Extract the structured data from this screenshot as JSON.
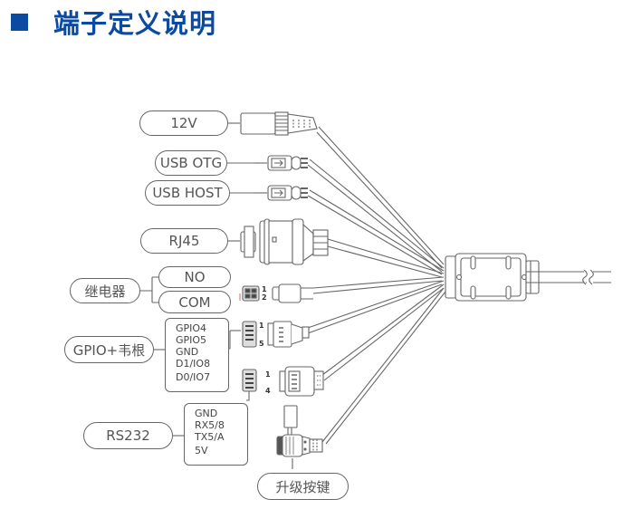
{
  "title": {
    "text": "端子定义说明",
    "icon": "blue-square-icon",
    "color": "#0b4aa0"
  },
  "labels": {
    "dc_12v": "12V",
    "usb_otg": "USB OTG",
    "usb_host": "USB HOST",
    "rj45": "RJ45",
    "relay": "继电器",
    "relay_no": "NO",
    "relay_com": "COM",
    "gpio_wiegand": "GPIO+韦根",
    "rs232": "RS232",
    "upgrade_button": "升级按键"
  },
  "gpio_pins": [
    "GPIO4",
    "GPIO5",
    "GND",
    "D1/IO8",
    "D0/IO7"
  ],
  "rs232_pins": [
    "GND",
    "RX5/8",
    "TX5/A",
    "5V"
  ],
  "pin_numbers": {
    "relay": [
      "1",
      "2"
    ],
    "gpio": [
      "1",
      "5"
    ],
    "rs232": [
      "1",
      "4"
    ]
  },
  "colors": {
    "line": "#666666",
    "text": "#555555",
    "accent": "#0b4aa0"
  }
}
